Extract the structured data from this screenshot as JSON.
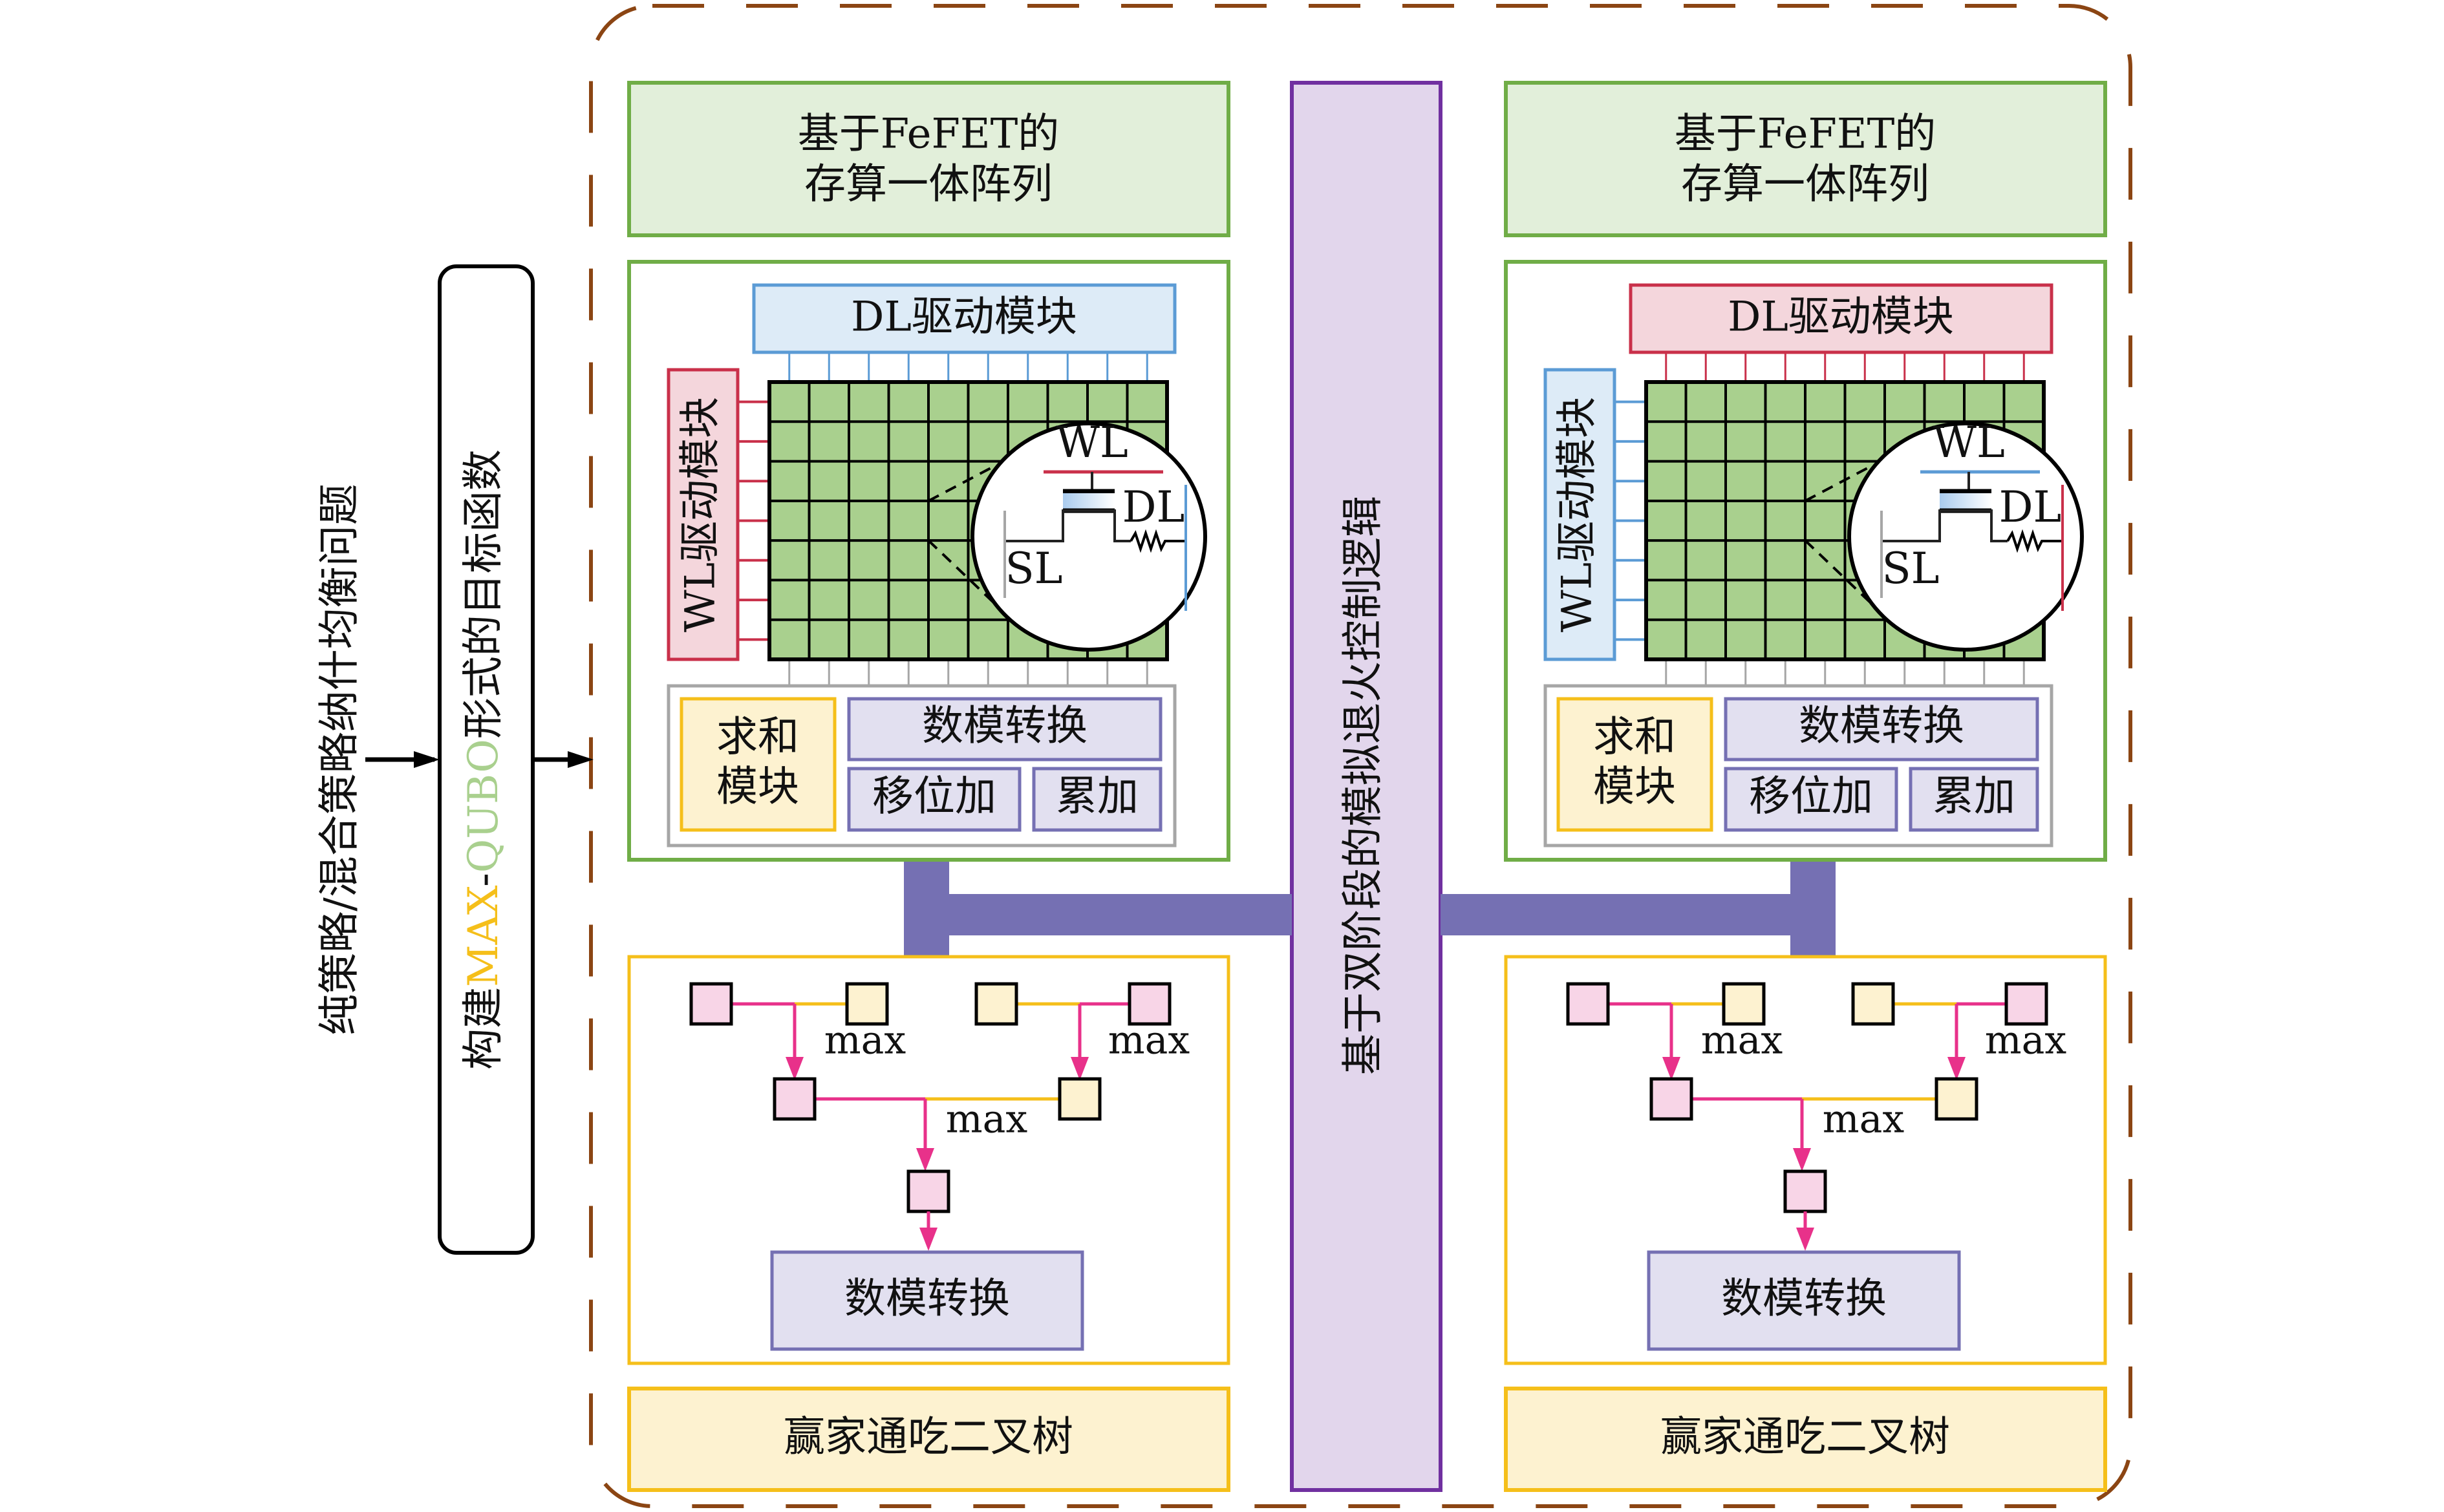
{
  "input_problem": "纯策略/混合策略纳什均衡问题",
  "qubo_box": {
    "prefix": "构建",
    "max_part": "MAX",
    "dash": "-",
    "qubo_part": "QUBO",
    "suffix": "形式的目标函数"
  },
  "control_bar": "基于双阶段的模拟退火控制逻辑",
  "columns": [
    {
      "side": "left",
      "array_title_line1": "基于FeFET的",
      "array_title_line2": "存算一体阵列",
      "dl_driver": "DL驱动模块",
      "wl_driver": "WL驱动模块",
      "inset": {
        "wl": "WL",
        "dl": "DL",
        "sl": "SL"
      },
      "sum_module_line1": "求和",
      "sum_module_line2": "模块",
      "dac": "数模转换",
      "shift_add": "移位加",
      "accumulate": "累加",
      "tree": {
        "max_labels": [
          "max",
          "max",
          "max"
        ],
        "dac": "数模转换"
      },
      "tree_title": "赢家通吃二叉树"
    },
    {
      "side": "right",
      "array_title_line1": "基于FeFET的",
      "array_title_line2": "存算一体阵列",
      "dl_driver": "DL驱动模块",
      "wl_driver": "WL驱动模块",
      "inset": {
        "wl": "WL",
        "dl": "DL",
        "sl": "SL"
      },
      "sum_module_line1": "求和",
      "sum_module_line2": "模块",
      "dac": "数模转换",
      "shift_add": "移位加",
      "accumulate": "累加",
      "tree": {
        "max_labels": [
          "max",
          "max",
          "max"
        ],
        "dac": "数模转换"
      },
      "tree_title": "赢家通吃二叉树"
    }
  ],
  "colors": {
    "green_border": "#70ad47",
    "green_fill": "#e2efda",
    "grid_fill": "#a9d08e",
    "blue": "#5b9bd5",
    "blue_fill": "#ddebf7",
    "red": "#c9304a",
    "red_fill": "#f4d6dc",
    "yellow": "#f5bf1a",
    "yellow_fill": "#fdf2d0",
    "purple": "#7570b3",
    "purple_fill": "#e2e0f0",
    "control_fill": "#e2d6ec",
    "control_border": "#7030a0",
    "pink": "#e8318a",
    "pink_fill": "#f8d5e7",
    "dash_border": "#8b4513",
    "gray": "#a6a6a6"
  }
}
